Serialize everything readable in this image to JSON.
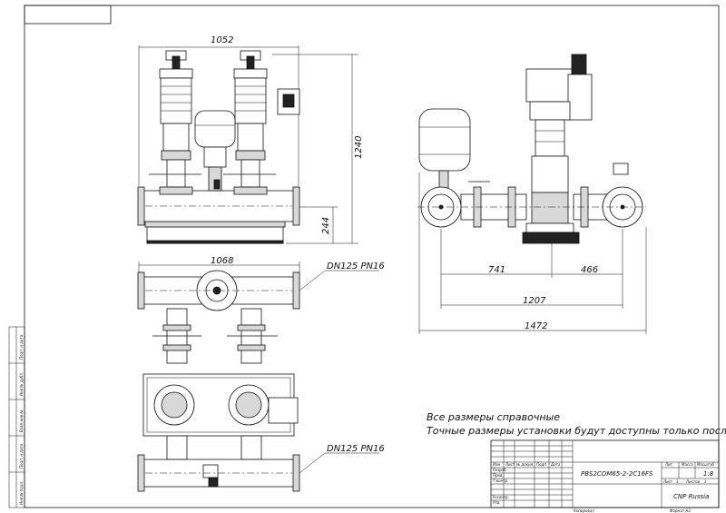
{
  "dimensions": {
    "front_width": "1052",
    "front_height": "1240",
    "front_base_height": "244",
    "top_width": "1068",
    "side_left": "741",
    "side_right": "466",
    "side_total_flange": "1207",
    "side_total": "1472"
  },
  "callouts": {
    "upper_pipe": "DN125 PN16",
    "lower_pipe": "DN125 PN16"
  },
  "notes": {
    "line1": "Все размеры справочные",
    "line2": "Точные размеры установки будут доступны только после сборки"
  },
  "title_block": {
    "designation": "PBS2COM65-2-2C16FS",
    "company": "CNP Russia",
    "col_lit": "Лит",
    "col_mass": "Масса",
    "col_scale": "Масштаб",
    "scale_value": "1:8",
    "sheet_label": "Лист",
    "sheet_value": "1",
    "sheets_label": "Листов",
    "sheets_value": "1",
    "copied": "Копировал",
    "format": "Формат A3",
    "rows": [
      "Изм",
      "Лист",
      "№ докум.",
      "Подп.",
      "Дата",
      "Разраб.",
      "Пров.",
      "Т.контр.",
      "Н.контр.",
      "Утв."
    ]
  },
  "side_stamp": [
    "Инв.№ подл.",
    "Подп. и дата",
    "Взам.инв.№",
    "Инв.№ дубл.",
    "Подп. и дата"
  ]
}
